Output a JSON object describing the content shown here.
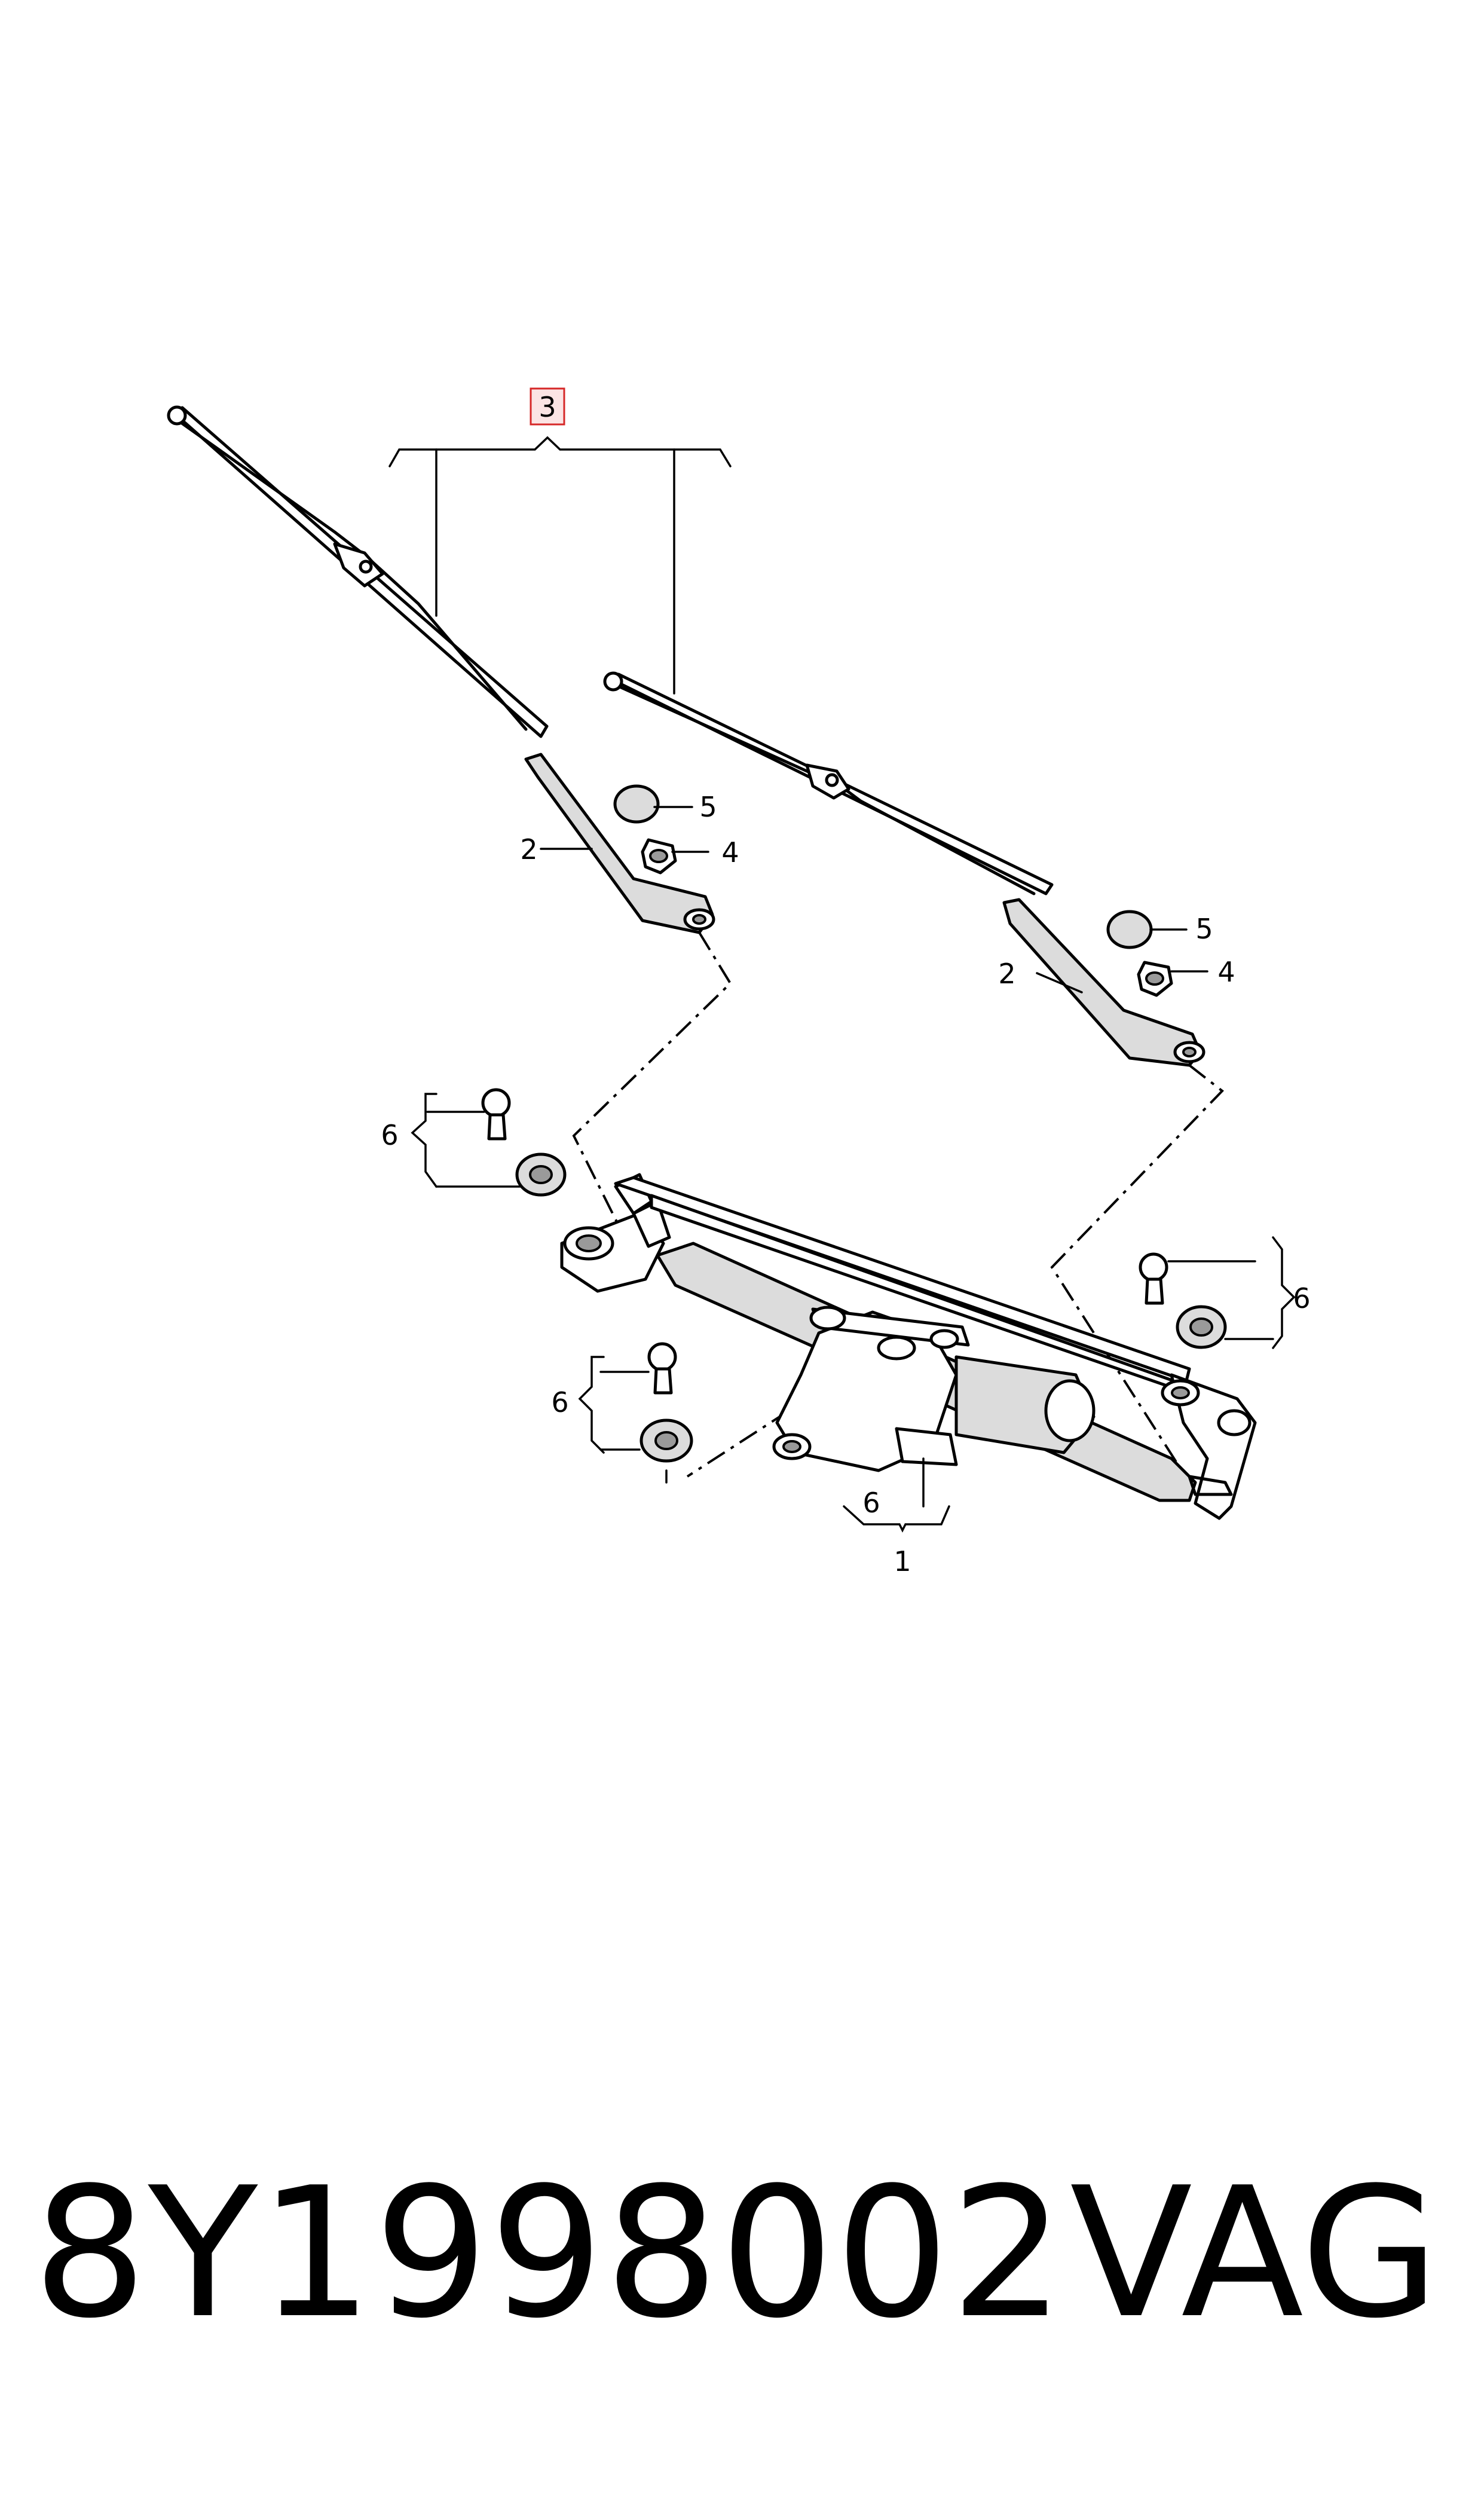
{
  "callouts": {
    "c1": "1",
    "c2a": "2",
    "c2b": "2",
    "c3": "3",
    "c4a": "4",
    "c4b": "4",
    "c5a": "5",
    "c5b": "5",
    "c6a": "6",
    "c6b": "6",
    "c6c": "6",
    "c6d": "6"
  },
  "highlight_color": "#d62828",
  "footer": {
    "part_number": "8Y1998002",
    "brand": "VAG"
  }
}
